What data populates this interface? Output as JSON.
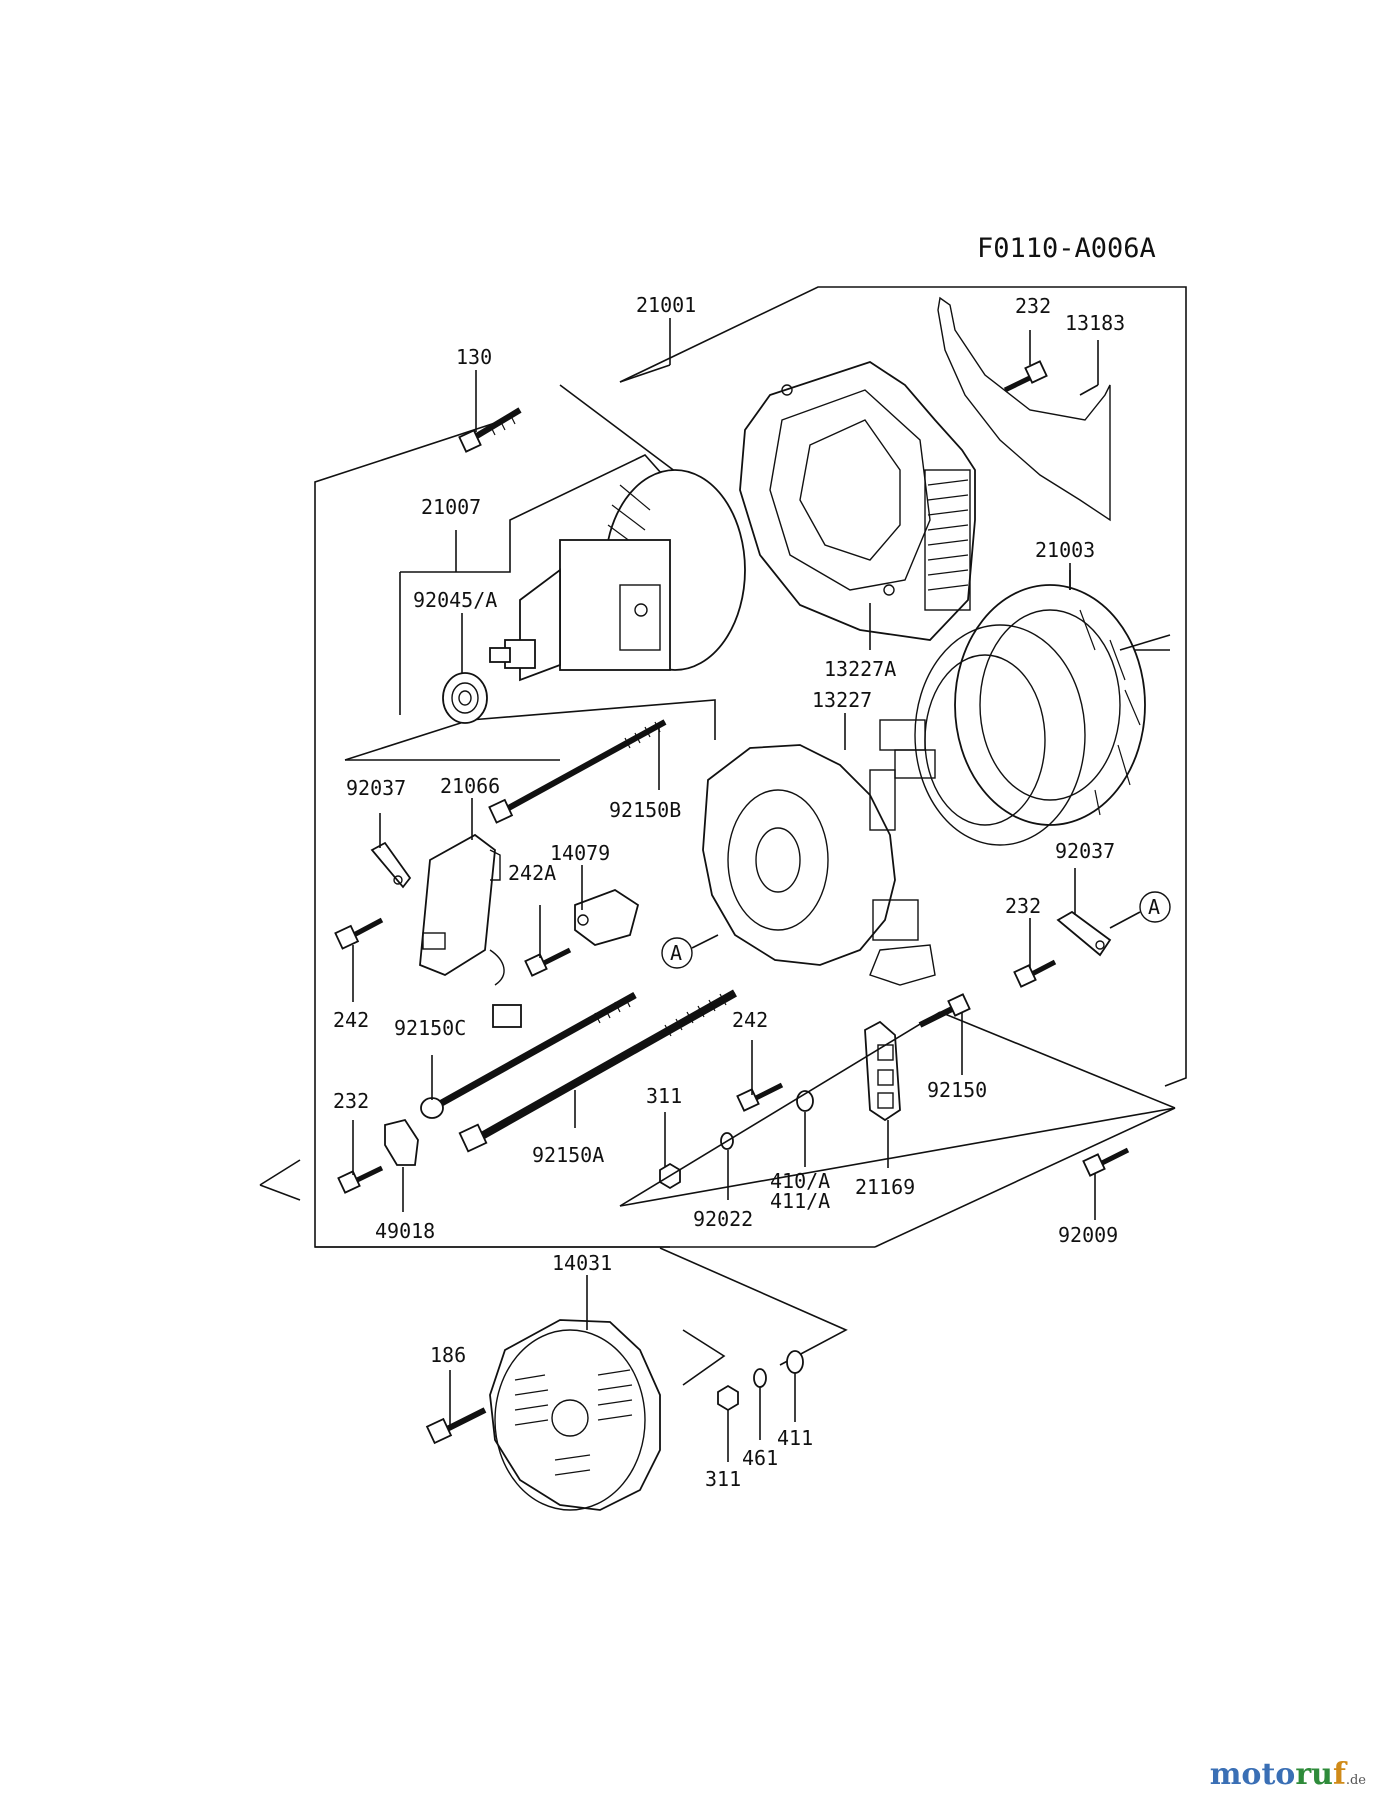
{
  "diagram_code": "F0110-A006A",
  "callout_A": "A",
  "labels": {
    "p21001": "21001",
    "p232_top": "232",
    "p13183": "13183",
    "p130": "130",
    "p21007": "21007",
    "p92045A": "92045/A",
    "p21003": "21003",
    "p13227A": "13227A",
    "p13227": "13227",
    "p92037_left": "92037",
    "p21066": "21066",
    "p92150B": "92150B",
    "p14079": "14079",
    "p242A": "242A",
    "p92037_right": "92037",
    "p232_right": "232",
    "p242_left": "242",
    "p92150C": "92150C",
    "p242_mid": "242",
    "p92150": "92150",
    "p232_left": "232",
    "p311_mid": "311",
    "p92150A": "92150A",
    "p410A": "410/A",
    "p411A": "411/A",
    "p21169": "21169",
    "p49018": "49018",
    "p92022": "92022",
    "p92009": "92009",
    "p14031": "14031",
    "p186": "186",
    "p411_bot": "411",
    "p461": "461",
    "p311_bot": "311"
  },
  "watermark": {
    "part1": "moto",
    "part2": "ru",
    "part3": "f",
    "part4": ".de"
  }
}
